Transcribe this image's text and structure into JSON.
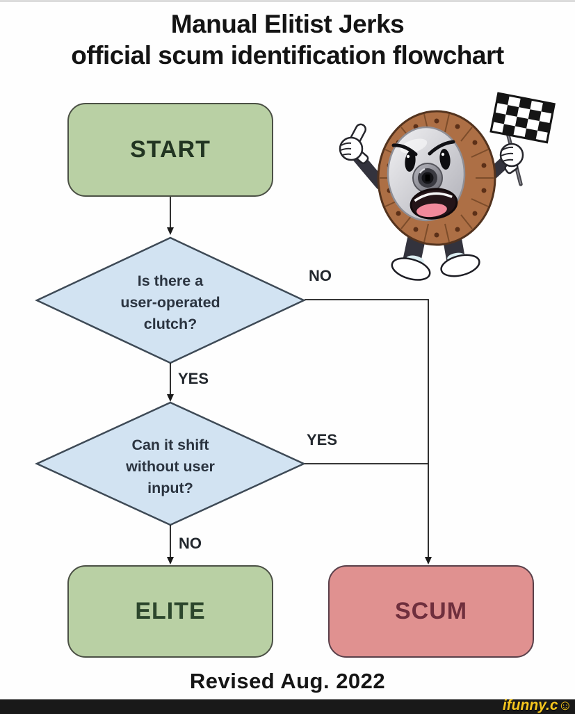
{
  "title": {
    "line1": "Manual Elitist Jerks",
    "line2": "official scum identification flowchart"
  },
  "flowchart": {
    "start": {
      "label": "START"
    },
    "decision1": {
      "lines": [
        "Is there a",
        "user-operated",
        "clutch?"
      ],
      "no_label": "NO",
      "yes_label": "YES"
    },
    "decision2": {
      "lines": [
        "Can it shift",
        "without user",
        "input?"
      ],
      "yes_label": "YES",
      "no_label": "NO"
    },
    "elite": {
      "label": "ELITE"
    },
    "scum": {
      "label": "SCUM"
    }
  },
  "footer": {
    "revised": "Revised Aug. 2022"
  },
  "watermark": {
    "text": "ifunny.c",
    "smiley": "☺"
  },
  "icons": {
    "mascot": "clutch-disc-mascot",
    "flag": "checkered-flag",
    "watermark_smiley": "smiley-face"
  },
  "colors": {
    "box_green": "#b9d0a4",
    "box_green_border": "#4b5045",
    "box_green_text": "#223522",
    "diamond_blue": "#d2e3f2",
    "diamond_border": "#3e4a56",
    "diamond_text": "#2b3440",
    "box_red": "#e09190",
    "box_red_border": "#59404a",
    "box_red_text": "#6f2f3d",
    "connector_line": "#1a1a1a",
    "watermark_yellow": "#f7c71f",
    "bottom_bar": "#191919",
    "mascot_brown": "#ad6f45"
  }
}
